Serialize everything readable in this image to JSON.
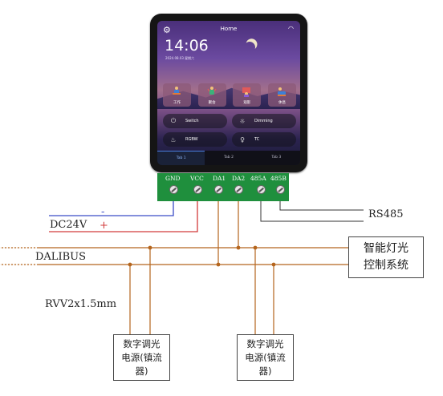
{
  "device": {
    "title": "Home",
    "gear_icon": "gear-icon",
    "wifi_icon": "wifi-icon",
    "time": "14:06",
    "date": "2024.08.03 星期六",
    "scenes": [
      {
        "label": "工作",
        "icon": "work-scene-icon"
      },
      {
        "label": "聚会",
        "icon": "party-scene-icon"
      },
      {
        "label": "观影",
        "icon": "movie-scene-icon"
      },
      {
        "label": "休息",
        "icon": "rest-scene-icon"
      }
    ],
    "controls": [
      {
        "label": "Switch",
        "icon": "switch-icon"
      },
      {
        "label": "Dimming",
        "icon": "bulb-icon"
      },
      {
        "label": "RGBW",
        "icon": "rgbw-icon"
      },
      {
        "label": "TC",
        "icon": "tc-icon"
      }
    ],
    "tabs": [
      "Tab 1",
      "Tab 2",
      "Tab 3"
    ]
  },
  "terminal": {
    "labels": [
      "GND",
      "VCC",
      "DA1",
      "DA2",
      "485A",
      "485B"
    ]
  },
  "labels": {
    "rs485": "RS485",
    "dc24v": "DC24V",
    "minus": "-",
    "plus": "+",
    "dalibus": "DALIBUS",
    "cable": "RVV2x1.5mm",
    "control_system_line1": "智能灯光",
    "control_system_line2": "控制系统",
    "driver_line1": "数字调光",
    "driver_line2": "电源(镇流",
    "driver_line3": "器)"
  },
  "colors": {
    "terminal": "#1f8f3d",
    "negative_wire": "#3a4cc7",
    "positive_wire": "#d23a3a",
    "bus_wire": "#b5651d"
  }
}
